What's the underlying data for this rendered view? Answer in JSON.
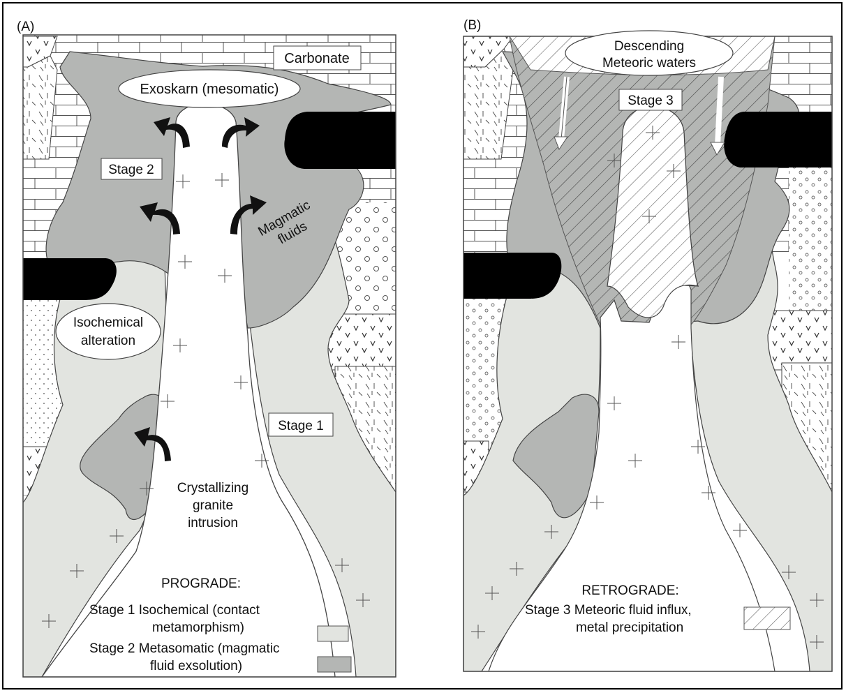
{
  "panel_a": {
    "tag": "(A)",
    "carbonate": "Carbonate",
    "exoskarn": "Exoskarn (mesomatic)",
    "stage2": "Stage 2",
    "magmatic_1": "Magmatic",
    "magmatic_2": "fluids",
    "isochem_1": "Isochemical",
    "isochem_2": "alteration",
    "stage1": "Stage 1",
    "cryst_1": "Crystallizing",
    "cryst_2": "granite",
    "cryst_3": "intrusion",
    "legend": {
      "heading": "PROGRADE:",
      "s1_line1": "Stage 1 Isochemical (contact",
      "s1_line2": "metamorphism)",
      "s2_line1": "Stage 2 Metasomatic (magmatic",
      "s2_line2": "fluid exsolution)"
    }
  },
  "panel_b": {
    "tag": "(B)",
    "descending_1": "Descending",
    "descending_2": "Meteoric waters",
    "stage3": "Stage 3",
    "legend": {
      "heading": "RETROGRADE:",
      "s3_line1": "Stage 3 Meteoric fluid influx,",
      "s3_line2": "metal precipitation"
    }
  },
  "colors": {
    "stage1_fill": "#e2e4e0",
    "stage2_fill": "#b4b6b4",
    "sill_fill": "#000000",
    "outline": "#333333"
  }
}
